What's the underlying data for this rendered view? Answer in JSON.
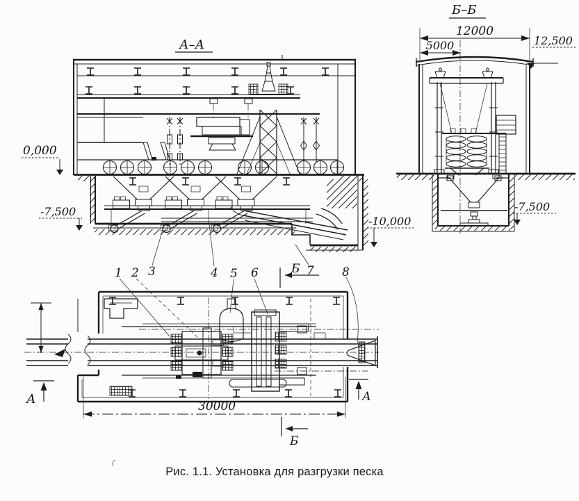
{
  "figure": {
    "caption": "Рис. 1.1. Установка для разгрузки песка"
  },
  "section_aa": {
    "title": "А–А",
    "elev_zero": "0,000",
    "elev_pit": "-7,500",
    "elev_deep": "-10,000"
  },
  "section_bb": {
    "title": "Б–Б",
    "dim_total": "12000",
    "dim_bay": "5000",
    "elev_roof": "12,500",
    "elev_pit": "-7,500"
  },
  "plan": {
    "dim_length": "30000",
    "sec_a_left": "А",
    "sec_a_right": "А",
    "sec_b_top": "Б",
    "sec_b_bottom": "Б",
    "callout_1": "1",
    "callout_2": "2",
    "callout_3": "3",
    "callout_4": "4",
    "callout_5": "5",
    "callout_6": "6",
    "callout_7": "7",
    "callout_8": "8"
  }
}
